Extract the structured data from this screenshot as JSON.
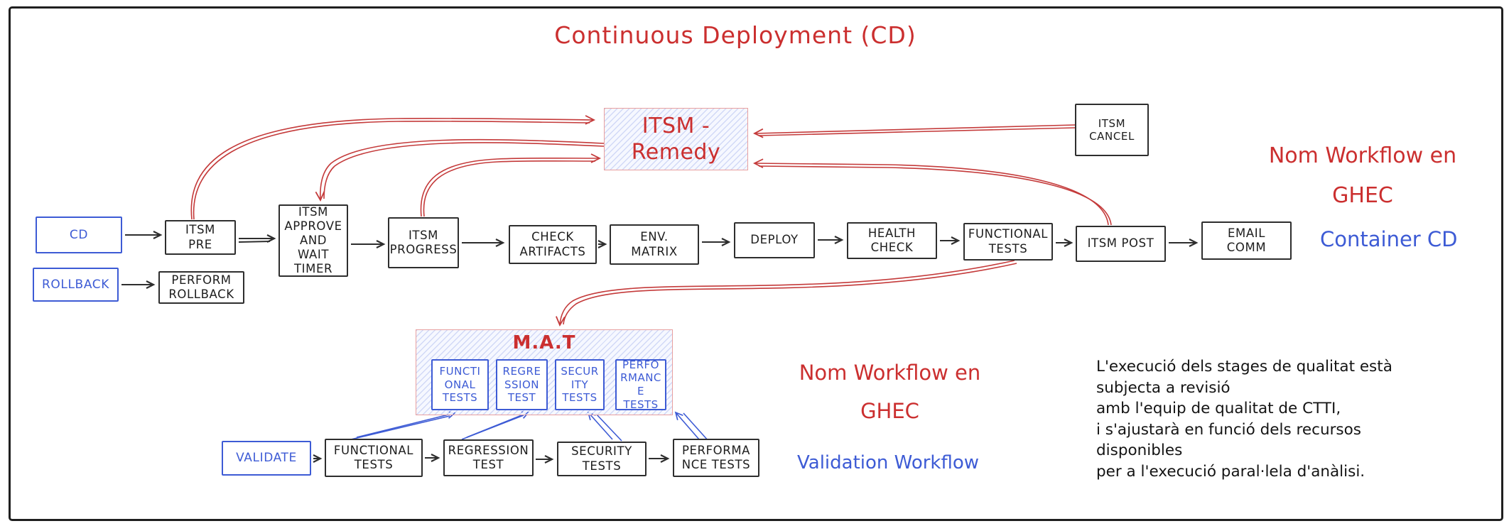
{
  "title": "Continuous Deployment (CD)",
  "colors": {
    "red": "#cb2f2f",
    "blue": "#3d5bd5",
    "ink": "#1d1d1d",
    "hatch_border": "#e8a0a0"
  },
  "cd_workflow": {
    "trigger": "CD",
    "rollback_trigger": "ROLLBACK",
    "steps": {
      "itsm_pre": "ITSM PRE",
      "itsm_approve": "ITSM APPROVE AND WAIT TIMER",
      "itsm_progress": "ITSM PROGRESS",
      "check_artifacts": "CHECK ARTIFACTS",
      "env_matrix": "ENV. MATRIX",
      "deploy": "DEPLOY",
      "health_check": "HEALTH CHECK",
      "functional_tests": "FUNCTIONAL TESTS",
      "itsm_post": "ITSM POST",
      "email_comm": "EMAIL COMM",
      "perform_rollback": "PERFORM ROLLBACK"
    },
    "itsm_remedy": "ITSM - Remedy",
    "itsm_cancel": "ITSM CANCEL",
    "labels": {
      "nom_workflow": "Nom Workflow en GHEC",
      "container": "Container CD"
    }
  },
  "mat": {
    "title": "M.A.T",
    "stages": [
      "FUNCTIONAL TESTS",
      "REGRESSION TEST",
      "SECURITY TESTS",
      "PERFORMANCE TESTS"
    ]
  },
  "validation_workflow": {
    "trigger": "VALIDATE",
    "steps": [
      "FUNCTIONAL TESTS",
      "REGRESSION TEST",
      "SECURITY TESTS",
      "PERFORMANCE TESTS"
    ],
    "labels": {
      "nom_workflow": "Nom Workflow en GHEC",
      "name": "Validation Workflow"
    }
  },
  "note": {
    "lines": [
      "L'execució dels stages de qualitat està",
      "subjecta a revisió",
      "amb l'equip de qualitat de CTTI,",
      "i s'ajustarà en funció dels recursos",
      "disponibles",
      "per a l'execució paral·lela d'anàlisi."
    ]
  }
}
